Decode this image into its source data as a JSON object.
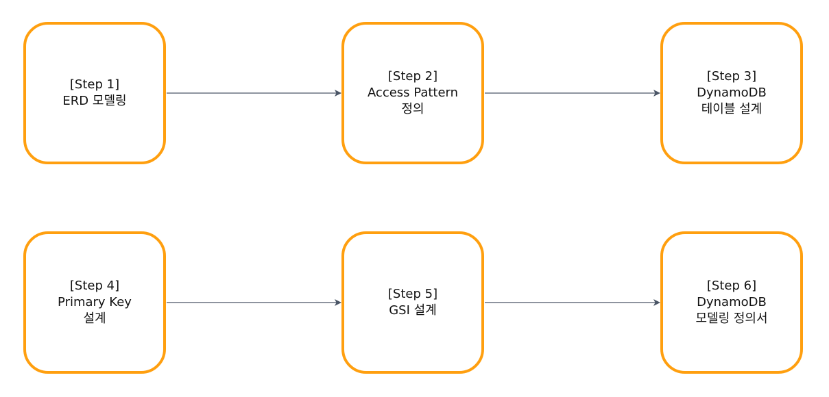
{
  "colors": {
    "box_border": "#ff9f0f",
    "arrow": "#4a5566",
    "text": "#111111",
    "background": "#ffffff"
  },
  "steps": [
    {
      "lines": [
        "[Step 1]",
        "ERD 모델링"
      ]
    },
    {
      "lines": [
        "[Step 2]",
        "Access Pattern",
        "정의"
      ]
    },
    {
      "lines": [
        "[Step 3]",
        "DynamoDB",
        "테이블 설계"
      ]
    },
    {
      "lines": [
        "[Step 4]",
        "Primary Key",
        "설계"
      ]
    },
    {
      "lines": [
        "[Step 5]",
        "GSI 설계"
      ]
    },
    {
      "lines": [
        "[Step 6]",
        "DynamoDB",
        "모델링 정의서"
      ]
    }
  ]
}
